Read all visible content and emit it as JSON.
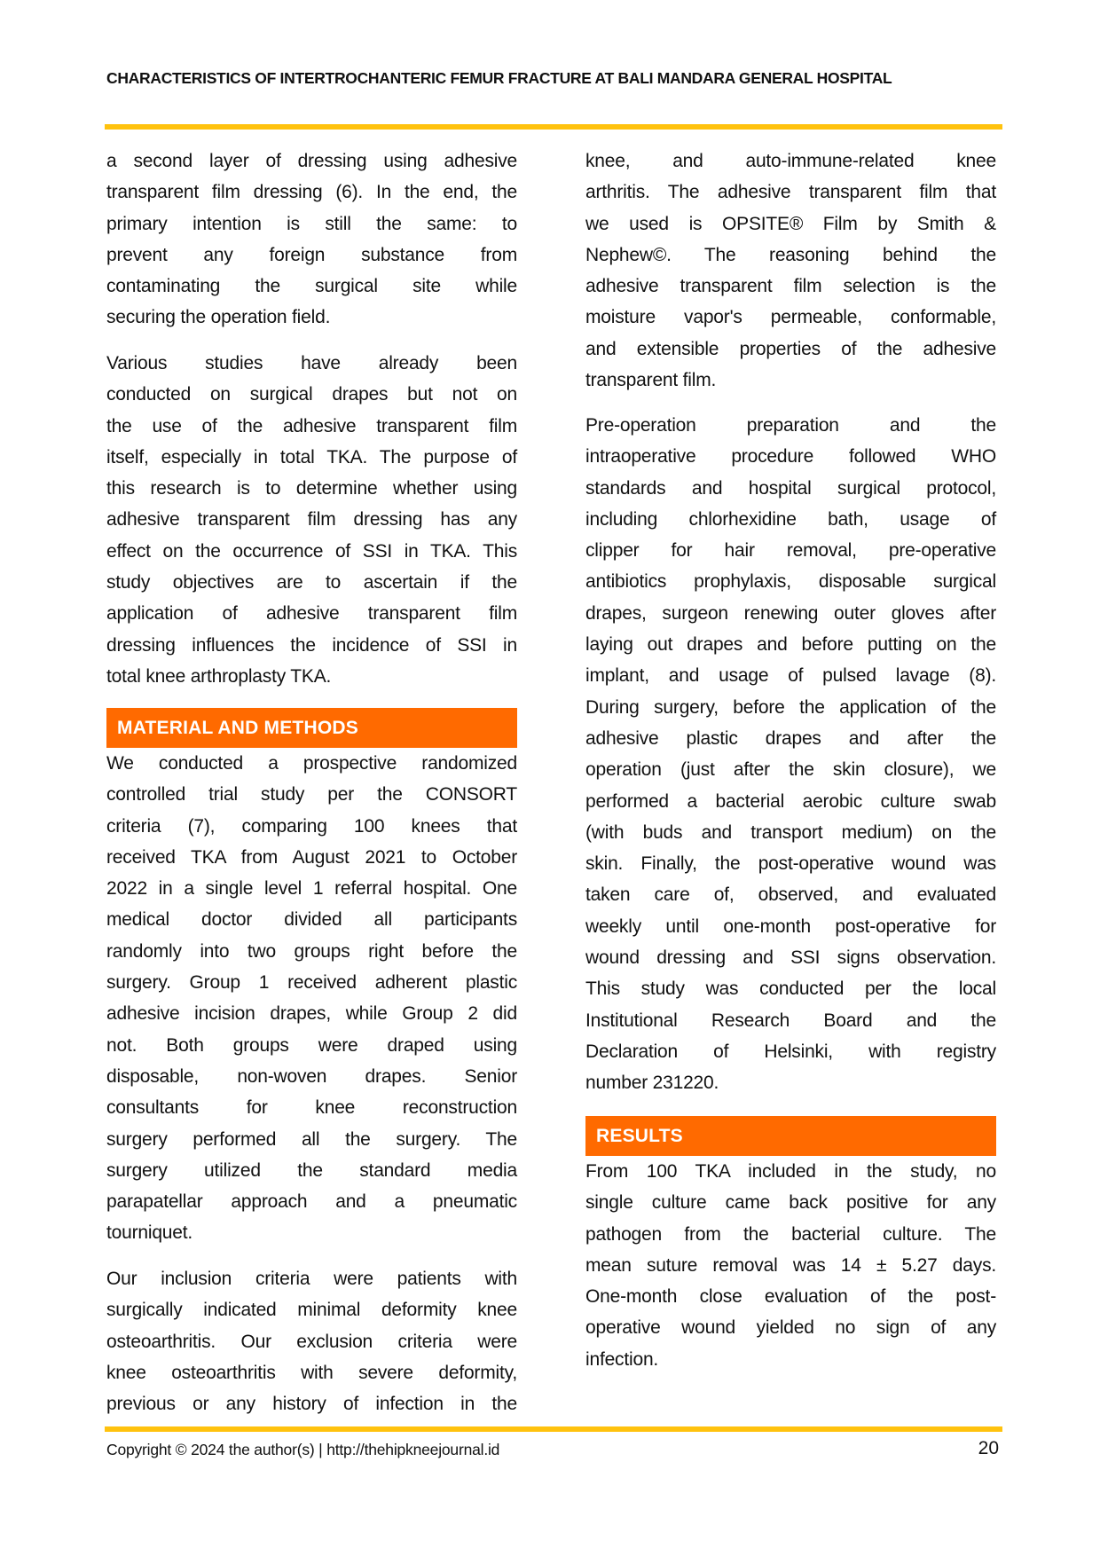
{
  "header": {
    "running_title": "CHARACTERISTICS OF INTERTROCHANTERIC FEMUR FRACTURE AT BALI MANDARA GENERAL HOSPITAL"
  },
  "left_column": {
    "p1": [
      "a second layer of dressing using adhesive",
      "transparent film dressing (6). In the end, the",
      "primary intention is still the same: to",
      "prevent any foreign substance from",
      "contaminating the surgical site while",
      "securing the operation field."
    ],
    "p2": [
      "Various studies have already been",
      "conducted on surgical drapes but not on",
      "the use of the adhesive transparent film",
      "itself, especially in total TKA. The purpose of",
      "this research is to determine whether using",
      "adhesive transparent film dressing has any",
      "effect on the occurrence of SSI in TKA. This",
      "study objectives are to ascertain if the",
      "application of adhesive transparent film",
      "dressing influences the incidence of SSI in",
      "total knee arthroplasty TKA."
    ],
    "heading": "MATERIAL AND METHODS",
    "p3": [
      "We conducted a prospective randomized",
      "controlled trial study per the CONSORT",
      "criteria (7), comparing 100 knees that",
      "received TKA from August 2021 to October",
      "2022 in a single level 1 referral hospital. One",
      "medical doctor divided all participants",
      "randomly into two groups right before the",
      "surgery. Group 1 received adherent plastic",
      "adhesive incision drapes, while Group 2 did",
      "not. Both groups were draped using",
      "disposable, non-woven drapes. Senior",
      "consultants for knee reconstruction",
      "surgery performed all the surgery. The",
      "surgery utilized the standard media",
      "parapatellar approach and a pneumatic",
      "tourniquet."
    ],
    "p4": [
      "Our inclusion criteria were patients with",
      "surgically indicated minimal deformity knee",
      "osteoarthritis. Our exclusion criteria were",
      "knee osteoarthritis with severe deformity,",
      "previous or any history of infection in the"
    ]
  },
  "right_column": {
    "p1": [
      "knee, and auto-immune-related knee",
      "arthritis. The adhesive transparent film that",
      "we used is OPSITE® Film by Smith &",
      "Nephew©. The reasoning behind the",
      "adhesive transparent film selection is the",
      "moisture vapor's permeable, conformable,",
      "and extensible properties of the adhesive",
      "transparent film."
    ],
    "p2": [
      "Pre-operation preparation and the",
      "intraoperative procedure followed WHO",
      "standards and hospital surgical protocol,",
      "including chlorhexidine bath, usage of",
      "clipper for hair removal, pre-operative",
      "antibiotics prophylaxis, disposable surgical",
      "drapes, surgeon renewing outer gloves after",
      "laying out drapes and before putting on the",
      "implant, and usage of pulsed lavage (8).",
      "During surgery, before the application of the",
      "adhesive plastic drapes and after the",
      "operation (just after the skin closure), we",
      "performed a bacterial aerobic culture swab",
      "(with buds and transport medium) on the",
      "skin. Finally, the post-operative wound was",
      "taken care of, observed, and evaluated",
      "weekly until one-month post-operative for",
      "wound dressing and SSI signs observation.",
      "This study was conducted per the local",
      "Institutional Research Board and the",
      "Declaration of Helsinki, with registry",
      "number 231220."
    ],
    "heading": "RESULTS",
    "p3": [
      "From 100 TKA included in the study, no",
      "single culture came back positive for any",
      "pathogen from the bacterial culture. The",
      "mean suture removal was 14 ± 5.27 days.",
      "One-month close evaluation of the post-",
      "operative wound yielded no sign of any",
      "infection."
    ]
  },
  "footer": {
    "copyright": "Copyright © 2024 the author(s) | http://thehipkneejournal.id",
    "page_number": "20"
  },
  "colors": {
    "rule": "#FFC20E",
    "heading_bg": "#FF6A00"
  }
}
